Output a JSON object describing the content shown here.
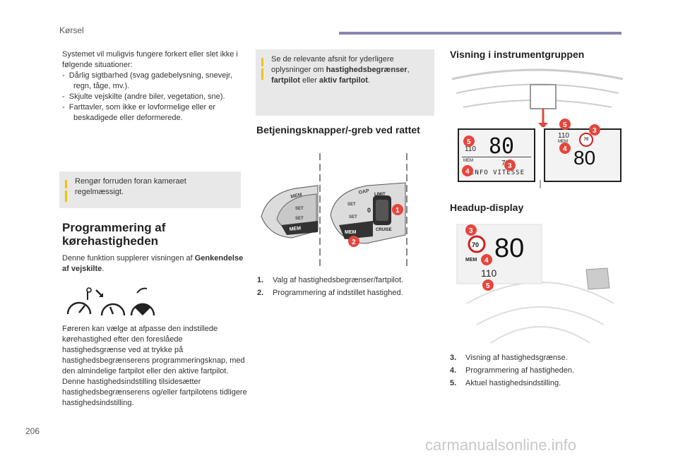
{
  "header": {
    "section": "Kørsel"
  },
  "left": {
    "intro": "Systemet vil muligvis fungere forkert eller slet ikke i følgende situationer:",
    "bullets": [
      "Dårlig sigtbarhed (svag gadebelysning, snevejr, regn, tåge, mv.).",
      "Skjulte vejskilte (andre biler, vegetation, sne).",
      "Farttavler, som ikke er lovformelige eller er beskadigede eller deformerede."
    ],
    "tip": "Rengør forruden foran kameraet regelmæssigt.",
    "heading": "Programmering af kørehastigheden",
    "body1_plain": "Denne funktion supplerer visningen af ",
    "body1_bold": "Genkendelse af vejskilte",
    "body1_end": ".",
    "body2": "Føreren kan vælge at afpasse den indstillede kørehastighed efter den foreslåede hastighedsgrænse ved at trykke på hastighedsbegrænserens programmeringsknap, med den almindelige fartpilot eller den aktive fartpilot.",
    "body3": "Denne hastighedsindstilling tilsidesætter hastighedsbegrænserens og/eller fartpilotens tidligere hastighedsindstilling."
  },
  "middle": {
    "tip_a": "Se de relevante afsnit for yderligere oplysninger om ",
    "tip_b": "hastighedsbegrænser",
    "tip_c": ", ",
    "tip_d": "fartpilot",
    "tip_e": " eller ",
    "tip_f": "aktiv fartpilot",
    "tip_g": ".",
    "heading": "Betjeningsknapper/-greb ved rattet",
    "stalk": {
      "left_labels": [
        "MEM",
        "SET",
        "SET",
        "MEM"
      ],
      "right_labels": [
        "OAP",
        "SET",
        "SET",
        "MEM",
        "LIMIT",
        "CRUISE"
      ],
      "zero": "0"
    },
    "items": [
      {
        "n": "1.",
        "text": "Valg af hastighedsbegrænser/fartpilot."
      },
      {
        "n": "2.",
        "text": "Programmering af indstillet hastighed."
      }
    ],
    "badges": [
      "1",
      "2"
    ]
  },
  "right": {
    "heading_cluster": "Visning i instrumentgruppen",
    "cluster_left": {
      "speed": "80",
      "limit": "110",
      "mem": "MEM",
      "set": "70",
      "info": "INFO VITESSE"
    },
    "cluster_right": {
      "limit": "110",
      "mem": "MEM",
      "sign": "70",
      "speed": "80"
    },
    "heading_hud": "Headup-display",
    "hud": {
      "sign": "70",
      "speed": "80",
      "mem": "MEM",
      "limit": "110"
    },
    "items": [
      {
        "n": "3.",
        "text": "Visning af hastighedsgrænse."
      },
      {
        "n": "4.",
        "text": "Programmering af hastigheden."
      },
      {
        "n": "5.",
        "text": "Aktuel hastighedsindstilling."
      }
    ],
    "badges": [
      "3",
      "4",
      "5"
    ]
  },
  "footer": {
    "page": "206",
    "watermark": "carmanualsonline.info"
  },
  "colors": {
    "accent": "#8a86b0",
    "badge": "#e4463e",
    "tip_bar": "#f0c400",
    "tip_bg": "#e8e8e8"
  }
}
